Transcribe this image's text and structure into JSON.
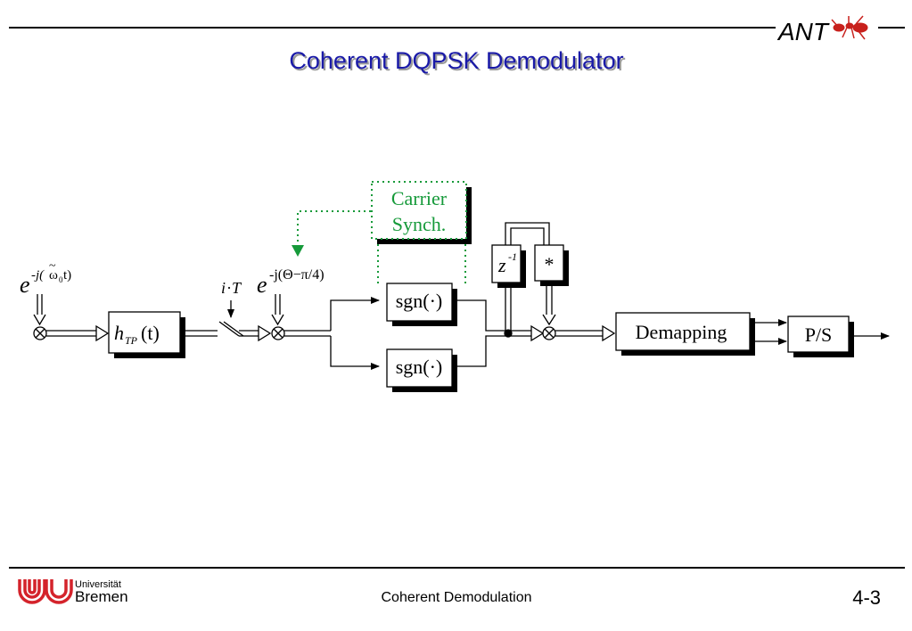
{
  "header": {
    "title": "Coherent DQPSK Demodulator",
    "logo_text": "ANT"
  },
  "diagram": {
    "carrier_synch": {
      "line1": "Carrier",
      "line2": "Synch."
    },
    "input_osc": {
      "base": "e",
      "exp_prefix": "-j(",
      "omega": "ω",
      "tilde": "~",
      "sub": "0",
      "exp_suffix": "t)"
    },
    "filter": {
      "h": "h",
      "sub": "TP",
      "arg": "(t)"
    },
    "sampler": {
      "i": "i",
      "dot": "·",
      "T": "T"
    },
    "phase_corr": {
      "base": "e",
      "exp": "-j(Θ−π/4)"
    },
    "sgn_upper": "sgn(·)",
    "sgn_lower": "sgn(·)",
    "delay": {
      "z": "z",
      "exp": "-1"
    },
    "conj": "*",
    "demapping": "Demapping",
    "ps": "P/S",
    "colors": {
      "green": "#169a3a",
      "title_blue": "#1a1aa8"
    }
  },
  "footer": {
    "uni_line1": "Universität",
    "uni_line2": "Bremen",
    "center": "Coherent Demodulation",
    "page": "4-3"
  }
}
